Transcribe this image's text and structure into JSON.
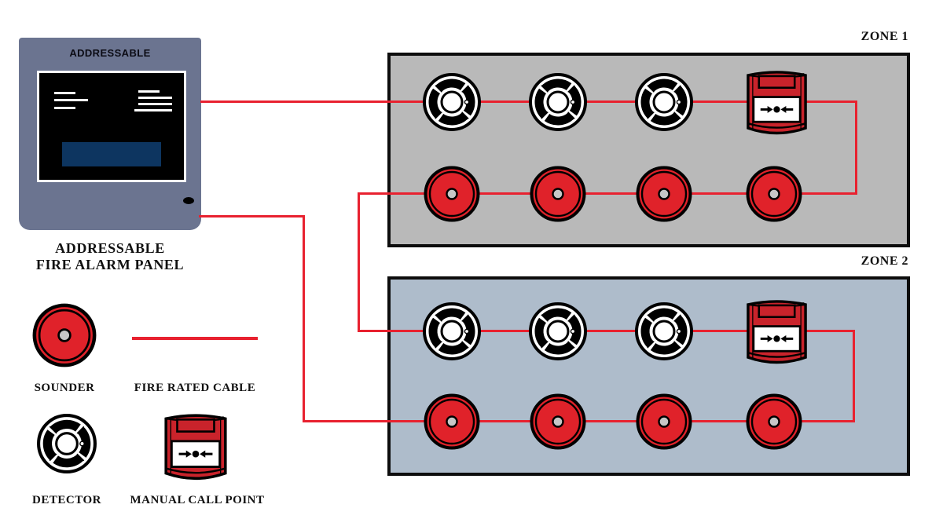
{
  "panel": {
    "header_label": "ADDRESSABLE",
    "caption": [
      "ADDRESSABLE",
      "FIRE ALARM PANEL"
    ]
  },
  "zones": [
    {
      "label": "ZONE 1",
      "fill": "#b9b9b9",
      "devices_row1": [
        "detector",
        "detector",
        "detector",
        "call-point"
      ],
      "devices_row2": [
        "sounder",
        "sounder",
        "sounder",
        "sounder"
      ]
    },
    {
      "label": "ZONE 2",
      "fill": "#aebccb",
      "devices_row1": [
        "detector",
        "detector",
        "detector",
        "call-point"
      ],
      "devices_row2": [
        "sounder",
        "sounder",
        "sounder",
        "sounder"
      ]
    }
  ],
  "legend": {
    "items": [
      {
        "symbol": "sounder",
        "label": "SOUNDER"
      },
      {
        "symbol": "cable",
        "label": "FIRE RATED CABLE"
      },
      {
        "symbol": "detector",
        "label": "DETECTOR"
      },
      {
        "symbol": "call-point",
        "label": "MANUAL CALL POINT"
      }
    ]
  },
  "colors": {
    "cable": "#e8212f",
    "sounder_fill": "#e0222a",
    "call_point_fill": "#c9232b",
    "panel_body": "#6b7490",
    "screen_accent": "#0d3560"
  }
}
